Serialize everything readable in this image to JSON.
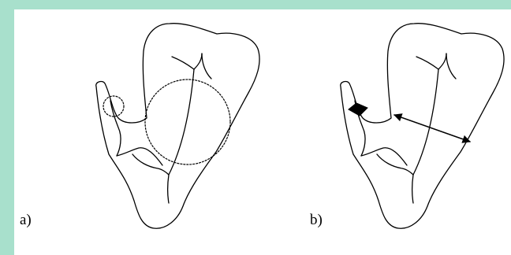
{
  "colors": {
    "frame_border": "#a8e0cc",
    "background": "#ffffff",
    "ink": "#000000"
  },
  "panels": [
    {
      "label": "a)",
      "annotations": [
        "small-dotted-circle",
        "large-dotted-circle"
      ]
    },
    {
      "label": "b)",
      "annotations": [
        "solid-arrowhead-wedge",
        "double-headed-arrow"
      ]
    }
  ]
}
